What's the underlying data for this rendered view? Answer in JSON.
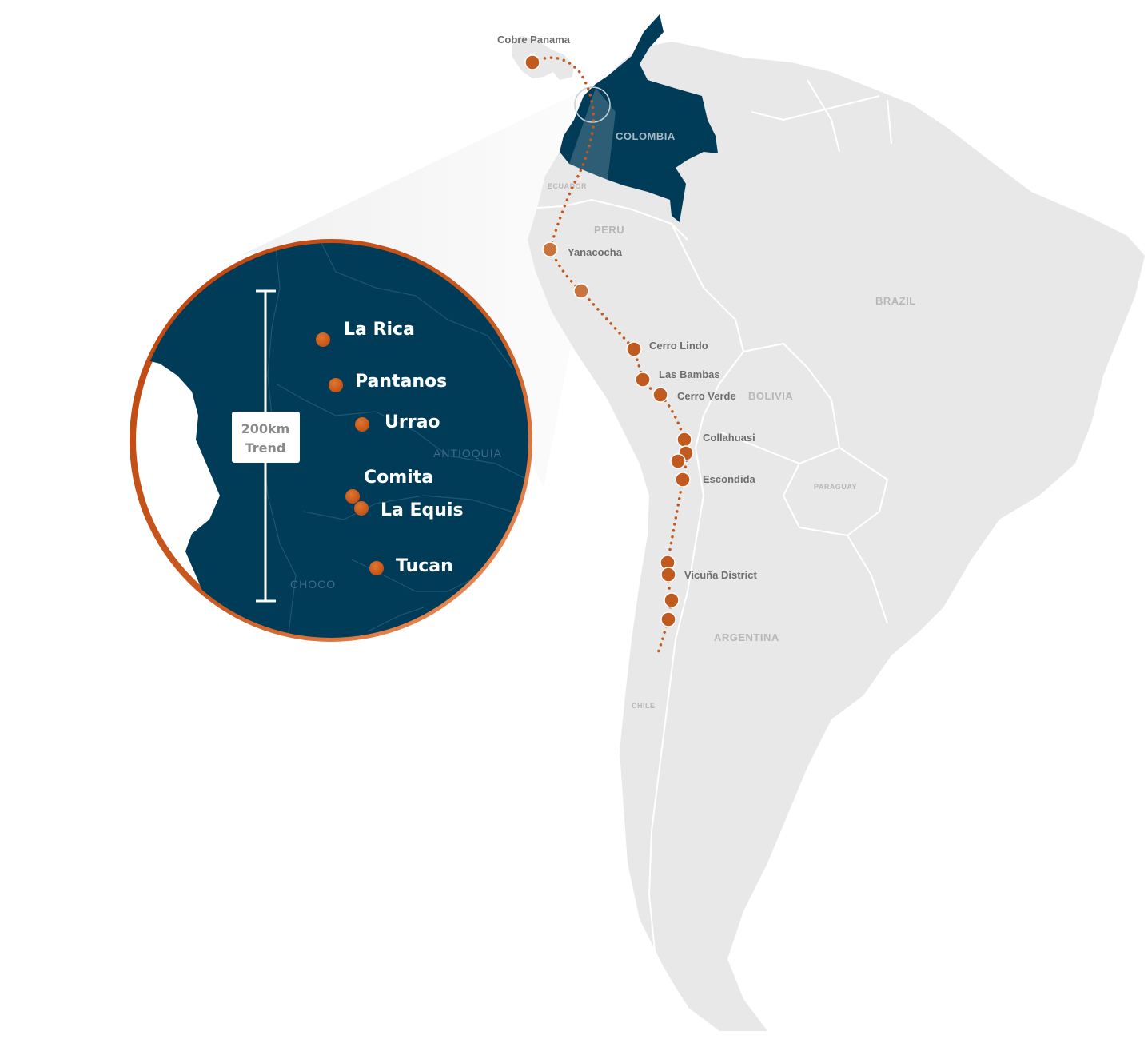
{
  "colors": {
    "land": "#e8e8e8",
    "border": "#ffffff",
    "highlight_country": "#003b57",
    "inset_fill": "#003b57",
    "inset_ring_start": "#c24a10",
    "inset_ring_end": "#f0905c",
    "marker": "#c15a1f",
    "marker_light": "#c9743e",
    "route": "#c15a1f",
    "text_gray": "#6e6e6e"
  },
  "countries": {
    "colombia": "COLOMBIA",
    "ecuador": "ECUADOR",
    "peru": "PERU",
    "brazil": "BRAZIL",
    "bolivia": "BOLIVIA",
    "paraguay": "PARAGUAY",
    "argentina": "ARGENTINA",
    "chile": "CHILE"
  },
  "mines": [
    {
      "id": "cobre-panama",
      "label": "Cobre Panama"
    },
    {
      "id": "yanacocha",
      "label": "Yanacocha"
    },
    {
      "id": "cerro-lindo",
      "label": "Cerro Lindo"
    },
    {
      "id": "las-bambas",
      "label": "Las Bambas"
    },
    {
      "id": "cerro-verde",
      "label": "Cerro Verde"
    },
    {
      "id": "collahuasi",
      "label": "Collahuasi"
    },
    {
      "id": "escondida",
      "label": "Escondida"
    },
    {
      "id": "vicuna-district",
      "label": "Vicuña District"
    }
  ],
  "inset": {
    "regions": {
      "antioquia": "ANTIOQUIA",
      "choco": "CHOCO"
    },
    "scale": {
      "line1": "200km",
      "line2": "Trend"
    },
    "projects": [
      {
        "id": "la-rica",
        "label": "La Rica"
      },
      {
        "id": "pantanos",
        "label": "Pantanos"
      },
      {
        "id": "urrao",
        "label": "Urrao"
      },
      {
        "id": "comita",
        "label": "Comita"
      },
      {
        "id": "la-equis",
        "label": "La Equis"
      },
      {
        "id": "tucan",
        "label": "Tucan"
      }
    ]
  }
}
